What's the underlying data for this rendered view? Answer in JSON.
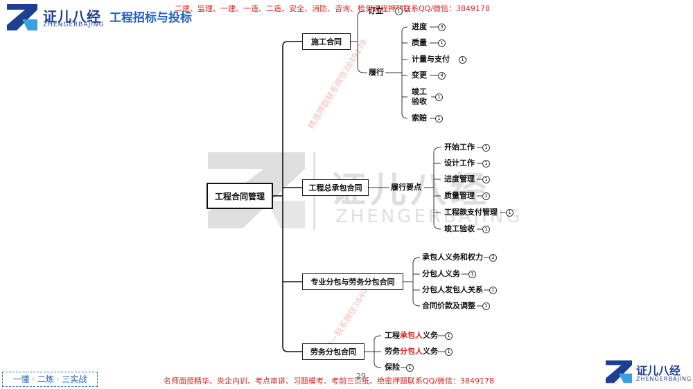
{
  "header": {
    "logo_cn": "证儿八经",
    "logo_en": "ZHENGERBAJING",
    "title": "工程招标与投标",
    "ad_top": "二建、监理、一建、一造、二造、安全、消防、咨询、检测课程押题联系QQ/微信：3849178"
  },
  "footer": {
    "slogan": "一懂 · 二炼 · 三实战",
    "ad_bottom": "名师面授精华、央企内训、考点串讲、习题模考、考前三页纸、绝密押题联系QQ/微信：3849178",
    "page_number": "29",
    "logo_cn": "证儿八经",
    "logo_en": "ZHENGERBAJING"
  },
  "watermarks": {
    "diag1": "精准押题联系微信3849178",
    "diag2": "唯一联系微信3849178",
    "big_cn": "证儿八经",
    "big_en": "ZHENGERBAJING"
  },
  "mindmap": {
    "root": "工程合同管理",
    "branches": [
      {
        "label": "施工合同",
        "children": [
          {
            "label": "订立",
            "count": "1"
          },
          {
            "label": "履行",
            "children": [
              {
                "label": "进度",
                "count": "3"
              },
              {
                "label": "质量",
                "count": "1"
              },
              {
                "label": "计量与支付",
                "count": "1"
              },
              {
                "label": "变更",
                "count": "4"
              },
              {
                "label": "竣工验收",
                "count": "1"
              },
              {
                "label": "索赔",
                "count": "1"
              }
            ]
          }
        ]
      },
      {
        "label": "工程总承包合同",
        "children": [
          {
            "label": "履行要点",
            "children": [
              {
                "label": "开始工作",
                "count": "1"
              },
              {
                "label": "设计工作",
                "count": "1"
              },
              {
                "label": "进度管理",
                "count": "1"
              },
              {
                "label": "质量管理",
                "count": "1"
              },
              {
                "label": "工程款支付管理",
                "count": "1"
              },
              {
                "label": "竣工验收",
                "count": "1"
              }
            ]
          }
        ]
      },
      {
        "label": "专业分包与劳务分包合同",
        "children": [
          {
            "label": "承包人义务和权力",
            "count": "2"
          },
          {
            "label": "分包人义务",
            "count": "1"
          },
          {
            "label": "分包人发包人关系",
            "count": "1"
          },
          {
            "label": "合同价款及调整",
            "count": "1"
          }
        ]
      },
      {
        "label": "劳务分包合同",
        "children": [
          {
            "pre": "工程",
            "hl": "承包人",
            "post": "义务",
            "count": "1"
          },
          {
            "pre": "劳务",
            "hl": "分包人",
            "post": "义务",
            "count": "1"
          },
          {
            "label": "保险",
            "count": "1"
          }
        ]
      }
    ]
  },
  "colors": {
    "brand_blue": "#1d3f8f",
    "title_blue": "#1f5fc4",
    "ad_red": "#e02020"
  }
}
